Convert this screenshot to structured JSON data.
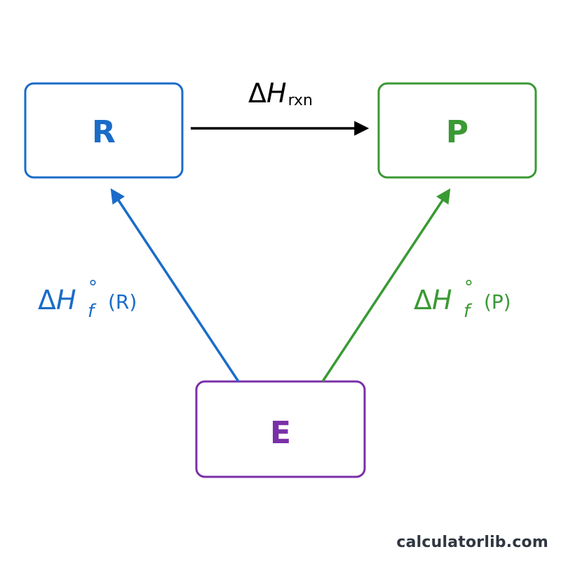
{
  "colors": {
    "reactants": "#1a6cc8",
    "products": "#3a9a34",
    "elements": "#7a2fa8",
    "reaction_arrow": "#000000",
    "watermark": "#2f3640"
  },
  "nodes": {
    "reactants": {
      "label": "R"
    },
    "products": {
      "label": "P"
    },
    "elements": {
      "label": "E"
    }
  },
  "arrows": {
    "reaction": {
      "delta": "Δ",
      "symbol": "H",
      "subscript": "rxn"
    },
    "formation_reactants": {
      "delta": "Δ",
      "symbol": "H",
      "superscript": "°",
      "subscript": "f",
      "suffix": "(R)"
    },
    "formation_products": {
      "delta": "Δ",
      "symbol": "H",
      "superscript": "°",
      "subscript": "f",
      "suffix": "(P)"
    }
  },
  "watermark": "calculatorlib.com"
}
